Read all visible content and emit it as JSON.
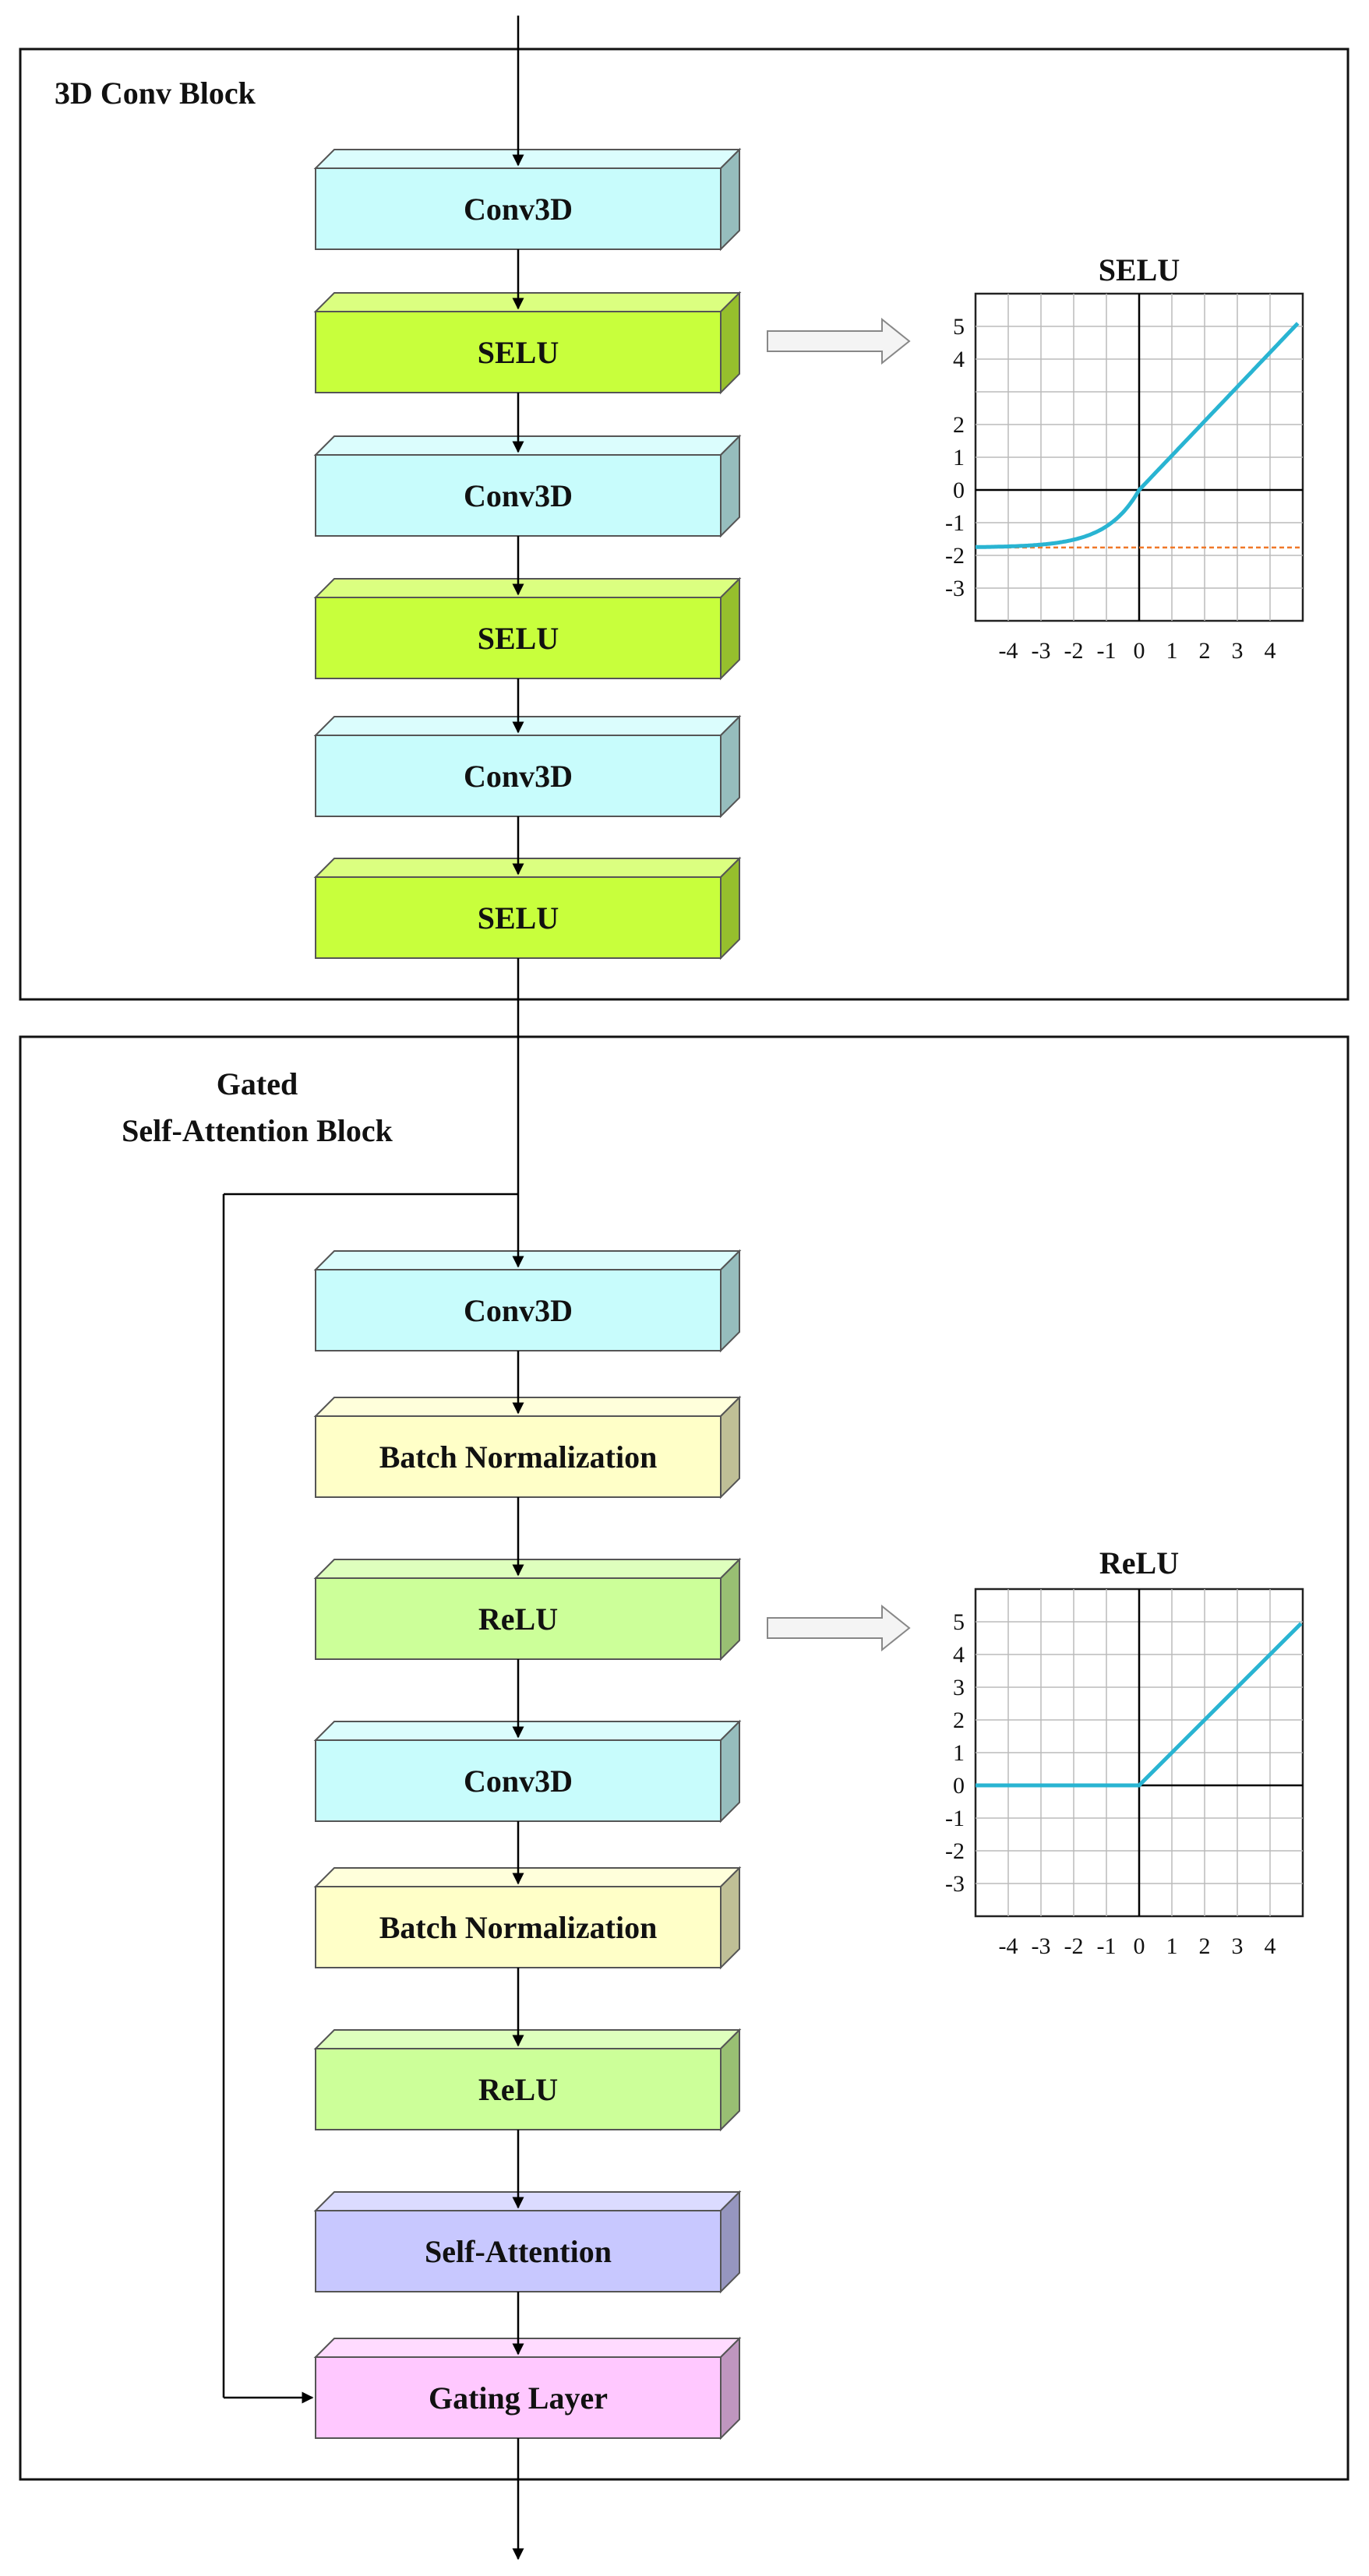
{
  "colors": {
    "conv3d": "#c8fcfc",
    "selu": "#c8ff3c",
    "batchnorm": "#ffffc8",
    "relu": "#ccff99",
    "attention": "#c8c8ff",
    "gating": "#ffc8ff",
    "curve": "#29b4d2",
    "asymptote": "#f07828"
  },
  "conv_block": {
    "title": "3D Conv Block",
    "layers": [
      {
        "label": "Conv3D",
        "kind": "conv3d"
      },
      {
        "label": "SELU",
        "kind": "selu"
      },
      {
        "label": "Conv3D",
        "kind": "conv3d"
      },
      {
        "label": "SELU",
        "kind": "selu"
      },
      {
        "label": "Conv3D",
        "kind": "conv3d"
      },
      {
        "label": "SELU",
        "kind": "selu"
      }
    ]
  },
  "gated_block": {
    "title_line1": "Gated",
    "title_line2": "Self-Attention Block",
    "layers": [
      {
        "label": "Conv3D",
        "kind": "conv3d"
      },
      {
        "label": "Batch Normalization",
        "kind": "batchnorm"
      },
      {
        "label": "ReLU",
        "kind": "relu"
      },
      {
        "label": "Conv3D",
        "kind": "conv3d"
      },
      {
        "label": "Batch Normalization",
        "kind": "batchnorm"
      },
      {
        "label": "ReLU",
        "kind": "relu"
      },
      {
        "label": "Self-Attention",
        "kind": "attention"
      },
      {
        "label": "Gating Layer",
        "kind": "gating"
      }
    ]
  },
  "chart_data": [
    {
      "type": "line",
      "title": "SELU",
      "function": "selu",
      "xlim": [
        -5,
        5
      ],
      "ylim": [
        -4,
        6
      ],
      "x_ticks": [
        "-4",
        "-3",
        "-2",
        "-1",
        "0",
        "1",
        "2",
        "3",
        "4"
      ],
      "y_ticks": [
        "5",
        "4",
        "2",
        "1",
        "0",
        "-1",
        "-2",
        "-3"
      ],
      "x": [
        -5,
        -4,
        -3,
        -2,
        -1.5,
        -1,
        -0.5,
        0,
        1,
        2,
        3,
        4,
        5
      ],
      "y": [
        -1.74,
        -1.73,
        -1.67,
        -1.52,
        -1.36,
        -1.11,
        -0.69,
        0,
        1.05,
        2.1,
        3.15,
        4.2,
        5.25
      ],
      "asymptote_y": -1.76,
      "grid": true
    },
    {
      "type": "line",
      "title": "ReLU",
      "function": "relu",
      "xlim": [
        -5,
        5
      ],
      "ylim": [
        -4,
        6
      ],
      "x_ticks": [
        "-4",
        "-3",
        "-2",
        "-1",
        "0",
        "1",
        "2",
        "3",
        "4"
      ],
      "y_ticks": [
        "5",
        "4",
        "3",
        "2",
        "1",
        "0",
        "-1",
        "-2",
        "-3"
      ],
      "x": [
        -5,
        0,
        5
      ],
      "y": [
        0,
        0,
        5
      ],
      "grid": true
    }
  ]
}
